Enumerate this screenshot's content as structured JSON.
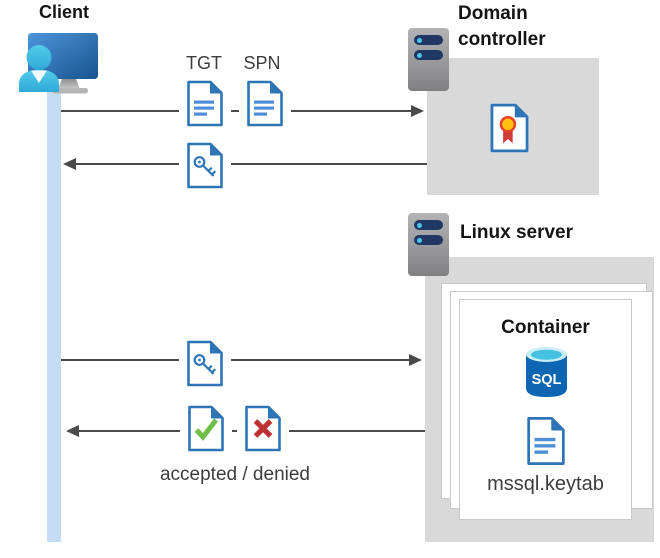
{
  "diagram": {
    "client": {
      "label": "Client",
      "icon": "person-computer-icon"
    },
    "domain_controller": {
      "label": "Domain controller",
      "icon": "server-icon",
      "content_icon": "certificate-document-icon"
    },
    "linux_server": {
      "label": "Linux server",
      "icon": "server-icon"
    },
    "container": {
      "label": "Container",
      "sql_badge": "SQL",
      "sql_icon": "sql-database-icon",
      "keytab_icon": "document-icon",
      "keytab_label": "mssql.keytab"
    },
    "messages": {
      "tgt": "TGT",
      "spn": "SPN",
      "response": "accepted / denied",
      "request_dc_icons": [
        "ticket-document-icon",
        "ticket-document-icon"
      ],
      "response_dc_icon": "key-document-icon",
      "request_linux_icon": "key-document-icon",
      "response_linux_icons": [
        "check-document-icon",
        "cross-document-icon"
      ]
    },
    "colors": {
      "doc_blue": "#2E75B6",
      "doc_line_blue": "#4C8FD6",
      "check_green": "#70BE4A",
      "cross_red": "#BF3034",
      "cert_gold": "#FFC010",
      "cert_ring": "#E8442C",
      "cert_red": "#CF3B36",
      "box_gray": "#D9D9D9",
      "card_border": "#C9C9C9",
      "arrow_gray": "#4A4A4A",
      "lifeline_blue": "#C5DCF6",
      "sql_blue": "#0E66B3",
      "sql_top_pale": "#C7EEF6",
      "sql_top_cyan": "#45C2DF",
      "server_navy": "#1F3864",
      "server_dot_blue": "#4FC3EA",
      "title_black": "#151515",
      "label_gray": "#3D3D3D"
    }
  }
}
